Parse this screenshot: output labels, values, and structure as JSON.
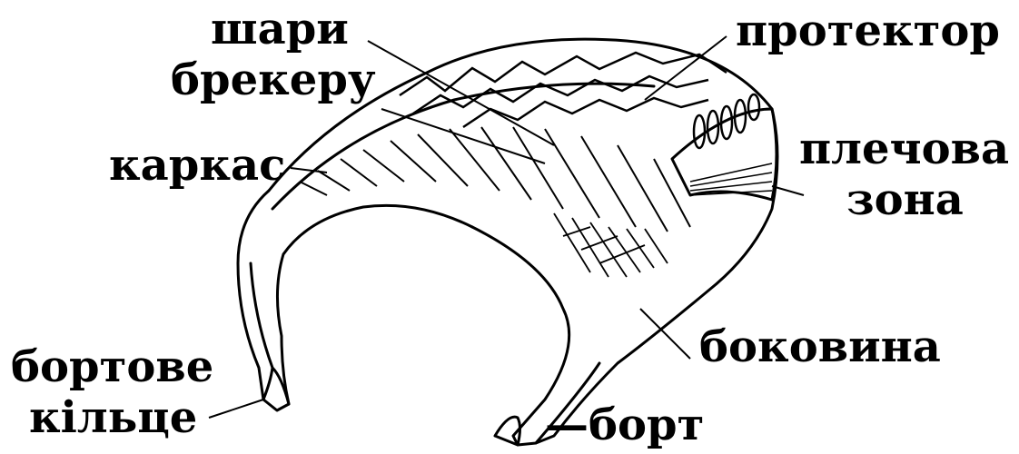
{
  "diagram": {
    "labels": {
      "breaker_layers": [
        "шари",
        "брекеру"
      ],
      "tread": "протектор",
      "shoulder_zone": [
        "плечова",
        "зона"
      ],
      "carcass": "каркас",
      "sidewall": "боковина",
      "bead_ring": [
        "бортове",
        "кільце"
      ],
      "bead": "—борт"
    },
    "colors": {
      "ink": "#000000",
      "background": "#ffffff"
    }
  }
}
